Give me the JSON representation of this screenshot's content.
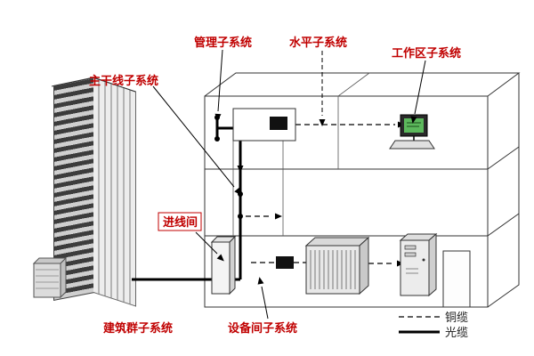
{
  "diagram": {
    "labels": {
      "management": "管理子系统",
      "horizontal": "水平子系统",
      "work_area": "工作区子系统",
      "backbone": "主干线子系统",
      "entrance_room": "进线间",
      "campus": "建筑群子系统",
      "equipment_room": "设备间子系统"
    },
    "legend": {
      "copper": "铜缆",
      "fiber": "光缆"
    },
    "colors": {
      "label_red": "#c00000",
      "line": "#1a1a1a",
      "screen_green": "#5cb85c"
    }
  }
}
